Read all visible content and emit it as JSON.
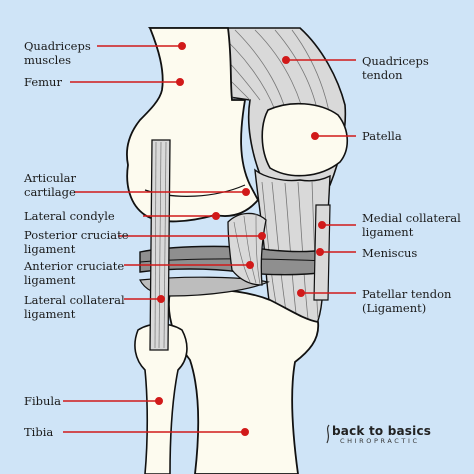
{
  "labels": {
    "quadriceps_muscles": [
      "Quadriceps",
      "muscles"
    ],
    "femur": [
      "Femur"
    ],
    "articular_cartilage": [
      "Articular",
      "cartilage"
    ],
    "lateral_condyle": [
      "Lateral condyle"
    ],
    "posterior_cruciate": [
      "Posterior cruciate",
      "ligament"
    ],
    "anterior_cruciate": [
      "Anterior cruciate",
      "ligament"
    ],
    "lateral_collateral": [
      "Lateral collateral",
      "ligament"
    ],
    "fibula": [
      "Fibula"
    ],
    "tibia": [
      "Tibia"
    ],
    "quadriceps_tendon": [
      "Quadriceps",
      "tendon"
    ],
    "patella": [
      "Patella"
    ],
    "medial_collateral": [
      "Medial collateral",
      "ligament"
    ],
    "meniscus": [
      "Meniscus"
    ],
    "patellar_tendon": [
      "Patellar tendon",
      "(Ligament)"
    ]
  },
  "brand": {
    "name": "back to basics",
    "tagline": "CHIROPRACTIC"
  },
  "colors": {
    "background": "#cfe4f7",
    "bone": "#fdfbef",
    "outline": "#111111",
    "muscle": "#d9d9d9",
    "meniscus": "#8f8f8f",
    "leader_line": "#d11a1a"
  }
}
